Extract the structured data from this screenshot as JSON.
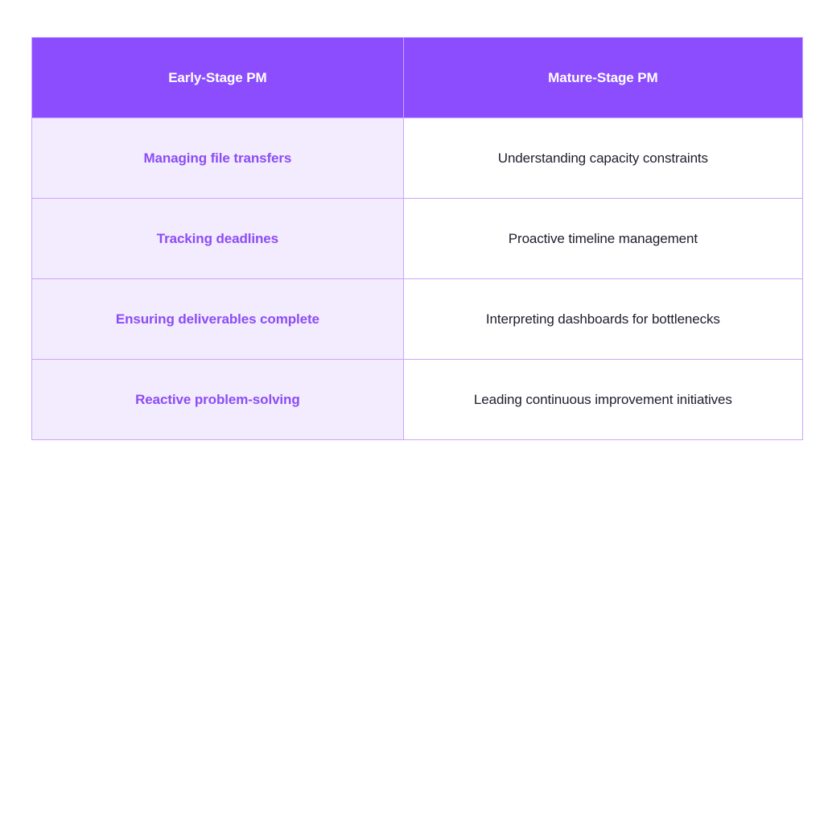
{
  "table": {
    "columns": [
      {
        "key": "early",
        "header": "Early-Stage PM"
      },
      {
        "key": "mature",
        "header": "Mature-Stage PM"
      }
    ],
    "rows": [
      {
        "early": "Managing file transfers",
        "mature": "Understanding capacity constraints"
      },
      {
        "early": "Tracking deadlines",
        "mature": "Proactive timeline management"
      },
      {
        "early": "Ensuring deliverables complete",
        "mature": "Interpreting dashboards for bottlenecks"
      },
      {
        "early": "Reactive problem-solving",
        "mature": "Leading continuous improvement initiatives"
      }
    ]
  },
  "colors": {
    "header_background": "#8c4dfe",
    "header_text": "#ffffff",
    "left_cell_background": "#f3ebfe",
    "left_cell_text": "#8b4df5",
    "right_cell_background": "#ffffff",
    "right_cell_text": "#1e1e2d",
    "border": "#c9a6fb",
    "page_background": "#ffffff"
  }
}
